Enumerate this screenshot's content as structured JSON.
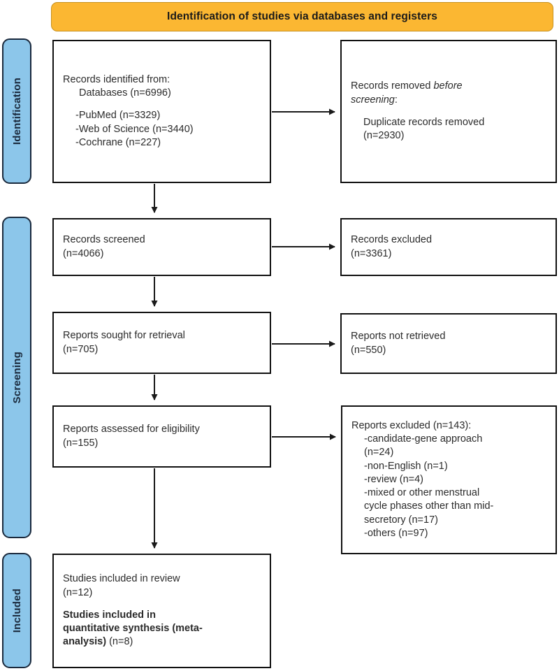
{
  "banner": {
    "title": "Identification of studies via databases and registers"
  },
  "phases": [
    {
      "key": "identification",
      "label": "Identification"
    },
    {
      "key": "screening",
      "label": "Screening"
    },
    {
      "key": "included",
      "label": "Included"
    }
  ],
  "boxes": {
    "identified": {
      "heading": "Records identified from:",
      "subtotal": "Databases (n=6996)",
      "sources": [
        "-PubMed (n=3329)",
        "-Web of Science (n=3440)",
        "-Cochrane (n=227)"
      ]
    },
    "removed": {
      "line1_prefix": "Records removed ",
      "line1_italic": "before",
      "line2_italic": "screening",
      "line2_suffix": ":",
      "detail": "Duplicate records removed",
      "detail_count": "(n=2930)"
    },
    "screened": {
      "label": "Records screened",
      "count": "(n=4066)"
    },
    "records_excluded": {
      "label": "Records excluded",
      "count": "(n=3361)"
    },
    "sought": {
      "label": "Reports sought for retrieval",
      "count": "(n=705)"
    },
    "not_retrieved": {
      "label": "Reports not retrieved",
      "count": "(n=550)"
    },
    "assessed": {
      "label": "Reports assessed for eligibility",
      "count": "(n=155)"
    },
    "reports_excluded": {
      "heading": "Reports excluded (n=143):",
      "reasons": [
        "-candidate-gene approach",
        "(n=24)",
        "-non-English (n=1)",
        "-review (n=4)",
        "-mixed or other menstrual",
        "cycle phases other than mid-",
        "secretory (n=17)",
        "-others (n=97)"
      ]
    },
    "included": {
      "review_label": "Studies included in review",
      "review_count": "(n=12)",
      "meta_label_bold": "Studies included in",
      "meta_label_bold2": "quantitative synthesis (meta-",
      "meta_label_bold3": "analysis)",
      "meta_count": " (n=8)"
    }
  },
  "colors": {
    "banner_fill": "#fbb732",
    "banner_border": "#c8921f",
    "phase_fill": "#8cc6ea",
    "phase_border": "#1b2a3d",
    "box_border": "#111111",
    "text": "#2b2b2b",
    "connector": "#1a1a1a"
  }
}
